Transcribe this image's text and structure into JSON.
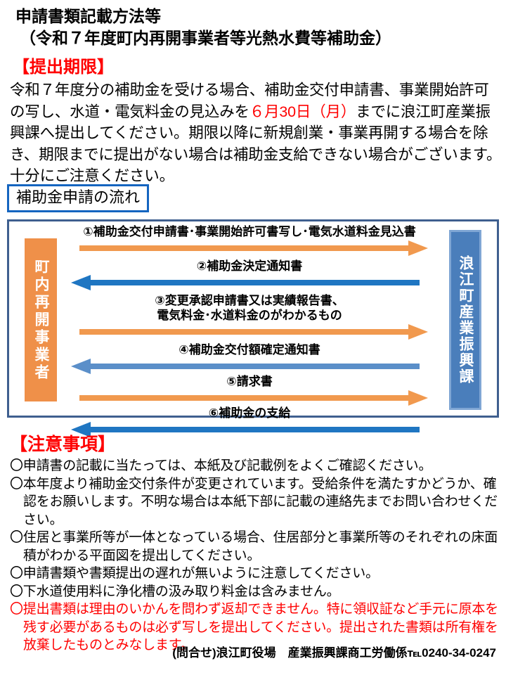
{
  "document": {
    "title_line1": "申請書類記載方法等",
    "title_line2": "（令和７年度町内再開事業者等光熱水費等補助金）"
  },
  "deadline": {
    "heading": "【提出期限】",
    "text_before": "令和７年度分の補助金を受ける場合、補助金交付申請書、事業開始許可の写し、水道・電気料金の見込みを",
    "date_highlight": "６月30日（月）",
    "text_after": "までに浪江町産業振興課へ提出してください。期限以降に新規創業・事業再開する場合を除き、期限までに提出がない場合は補助金支給できない場合がございます。十分にご注意ください。",
    "highlight_color": "#ff0000"
  },
  "flow": {
    "section_title": "補助金申請の流れ",
    "section_title_border_color": "#1565c0",
    "frame_border_color": "#3f5f8f",
    "applicant": {
      "label": "町内再開事業者",
      "color": "#ef9049"
    },
    "office": {
      "label": "浪江町産業振興課",
      "color": "#4a7ebb",
      "border_color": "#7fa6d4"
    },
    "steps": [
      {
        "label": "①補助金交付申請書･事業開始許可書写し･電気水道料金見込書",
        "direction": "right",
        "color": "#f1994e"
      },
      {
        "label": "②補助金決定通知書",
        "direction": "left",
        "color": "#1f76c2"
      },
      {
        "label_line1": "③変更承認申請書又は実績報告書、",
        "label_line2": "電気料金･水道料金のがわかるもの",
        "direction": "right",
        "color": "#f1994e"
      },
      {
        "label": "④補助金交付額確定通知書",
        "direction": "left",
        "color": "#5b8fc9"
      },
      {
        "label": "⑤請求書",
        "direction": "right",
        "color": "#f1994e"
      },
      {
        "label": "⑥補助金の支給",
        "direction": "left",
        "color": "#1f76c2"
      }
    ]
  },
  "notes": {
    "heading": "【注意事項】",
    "heading_color": "#ff0000",
    "items": [
      {
        "text": "〇申請書の記載に当たっては、本紙及び記載例をよくご確認ください。",
        "color": "black"
      },
      {
        "text": "〇本年度より補助金交付条件が変更されています。受給条件を満たすかどうか、確認をお願いします。不明な場合は本紙下部に記載の連絡先までお問い合わせください。",
        "color": "black"
      },
      {
        "text": "〇住居と事業所等が一体となっている場合、住居部分と事業所等のそれぞれの床面積がわかる平面図を提出してください。",
        "color": "black"
      },
      {
        "text": "〇申請書類や書類提出の遅れが無いように注意してください。",
        "color": "black"
      },
      {
        "text": "〇下水道使用料に浄化槽の汲み取り料金は含みません。",
        "color": "black"
      },
      {
        "text": "〇提出書類は理由のいかんを問わず返却できません。特に領収証など手元に原本を残す必要があるものは必ず写しを提出してください。提出された書類は所有権を放棄したものとみなします。",
        "color": "red"
      }
    ]
  },
  "footer": {
    "contact": "(問合せ)浪江町役場　産業振興課商工労働係",
    "tel_glyph": "℡",
    "phone": "0240-34-0247"
  }
}
